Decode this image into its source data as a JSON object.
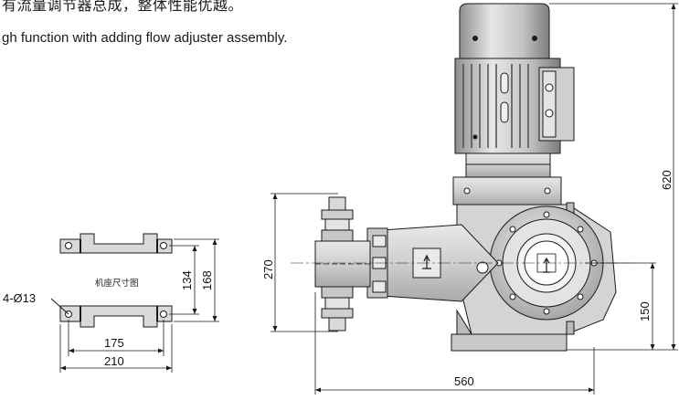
{
  "captions": {
    "chinese": "有流量调节器总成，整体性能优越。",
    "english": "gh function with adding flow adjuster assembly."
  },
  "base_drawing": {
    "label": "机座尺寸图",
    "hole_spec": "4-Ø13",
    "dim_inner_width": "175",
    "dim_outer_width": "210",
    "dim_inner_depth": "134",
    "dim_outer_depth": "168"
  },
  "pump_drawing": {
    "dim_height_total": "620",
    "dim_head_height": "270",
    "dim_base_to_center": "150",
    "dim_length": "560"
  },
  "colors": {
    "line": "#1a1a1a",
    "metal_light": "#dcdcdc",
    "metal_mid": "#bdbdbd",
    "metal_dark": "#8a8a8a"
  }
}
